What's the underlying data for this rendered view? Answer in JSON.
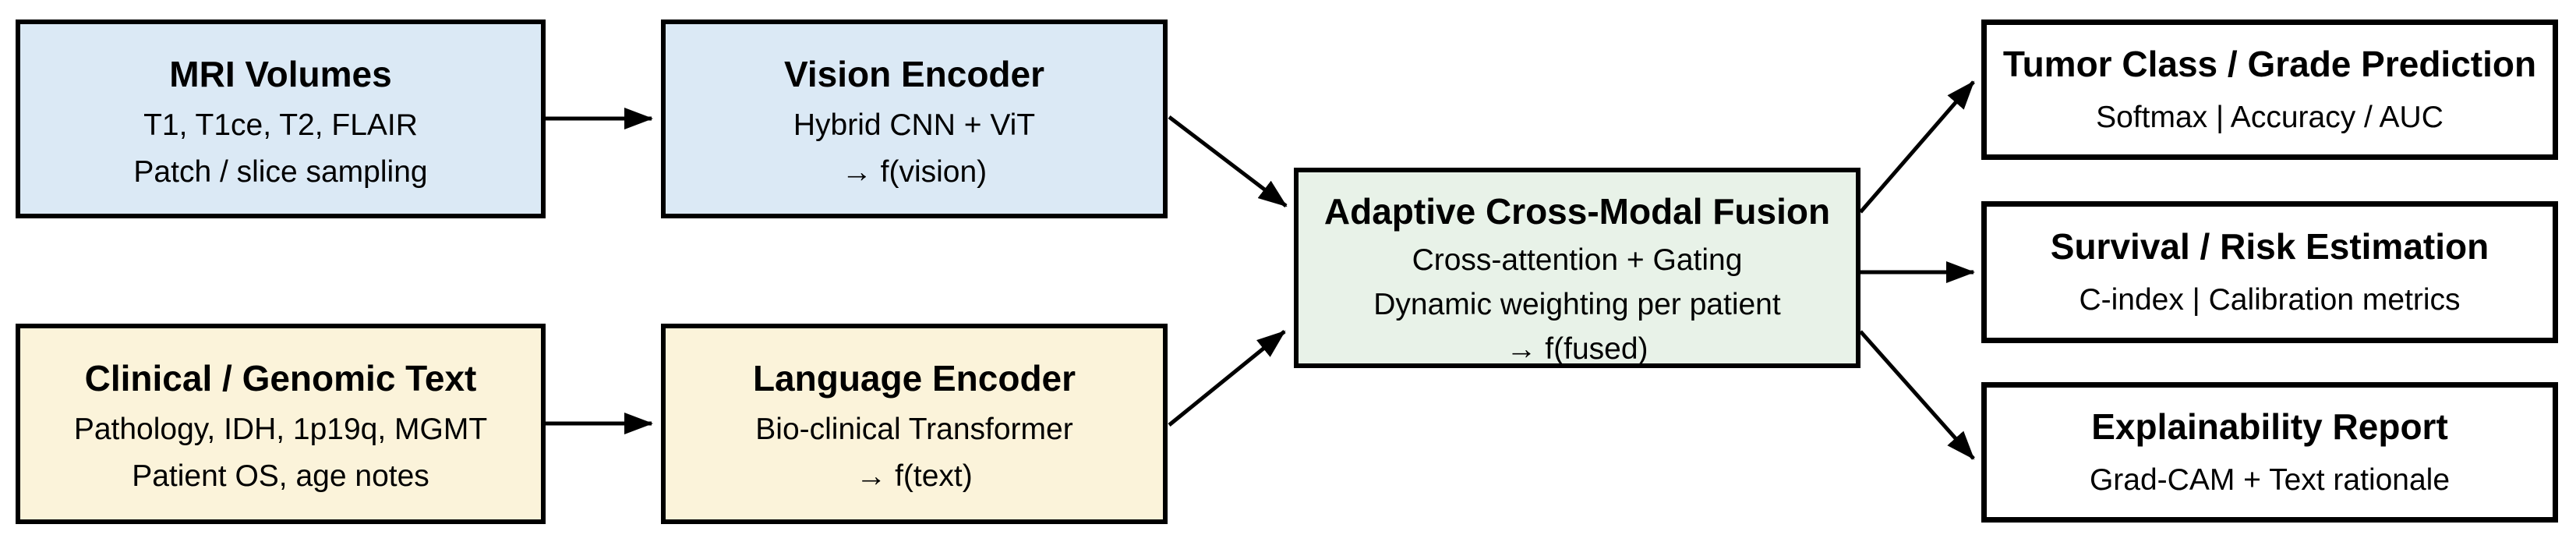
{
  "diagram": {
    "title": "Adaptive cross-modal fusion architecture",
    "colors": {
      "background": "#ffffff",
      "input_vision_fill": "#dbe9f5",
      "input_text_fill": "#fbf3da",
      "fusion_fill": "#e8f2e8",
      "output_fill": "#ffffff",
      "border": "#000000",
      "arrow": "#000000"
    },
    "nodes": [
      {
        "id": "mri-volumes",
        "title": "MRI Volumes",
        "lines": [
          "T1, T1ce, T2, FLAIR",
          "Patch / slice sampling"
        ],
        "fill": "#dbe9f5"
      },
      {
        "id": "vision-encoder",
        "title": "Vision Encoder",
        "lines": [
          "Hybrid CNN + ViT",
          "→ f(vision)"
        ],
        "fill": "#dbe9f5"
      },
      {
        "id": "clinical-genomic-text",
        "title": "Clinical / Genomic Text",
        "lines": [
          "Pathology, IDH, 1p19q, MGMT",
          "Patient OS, age notes"
        ],
        "fill": "#fbf3da"
      },
      {
        "id": "language-encoder",
        "title": "Language Encoder",
        "lines": [
          "Bio-clinical Transformer",
          "→ f(text)"
        ],
        "fill": "#fbf3da"
      },
      {
        "id": "adaptive-cross-modal-fusion",
        "title": "Adaptive Cross-Modal Fusion",
        "lines": [
          "Cross-attention + Gating",
          "Dynamic weighting per patient",
          "→ f(fused)"
        ],
        "fill": "#e8f2e8"
      },
      {
        "id": "tumor-class-grade-prediction",
        "title": "Tumor Class / Grade Prediction",
        "lines": [
          "Softmax | Accuracy / AUC"
        ],
        "fill": "#ffffff"
      },
      {
        "id": "survival-risk-estimation",
        "title": "Survival / Risk Estimation",
        "lines": [
          "C-index | Calibration metrics"
        ],
        "fill": "#ffffff"
      },
      {
        "id": "explainability-report",
        "title": "Explainability Report",
        "lines": [
          "Grad-CAM + Text rationale"
        ],
        "fill": "#ffffff"
      }
    ],
    "edges": [
      {
        "from": "MRI Volumes",
        "to": "Vision Encoder"
      },
      {
        "from": "Clinical / Genomic Text",
        "to": "Language Encoder"
      },
      {
        "from": "Vision Encoder",
        "to": "Adaptive Cross-Modal Fusion"
      },
      {
        "from": "Language Encoder",
        "to": "Adaptive Cross-Modal Fusion"
      },
      {
        "from": "Adaptive Cross-Modal Fusion",
        "to": "Tumor Class / Grade Prediction"
      },
      {
        "from": "Adaptive Cross-Modal Fusion",
        "to": "Survival / Risk Estimation"
      },
      {
        "from": "Adaptive Cross-Modal Fusion",
        "to": "Explainability Report"
      }
    ]
  }
}
